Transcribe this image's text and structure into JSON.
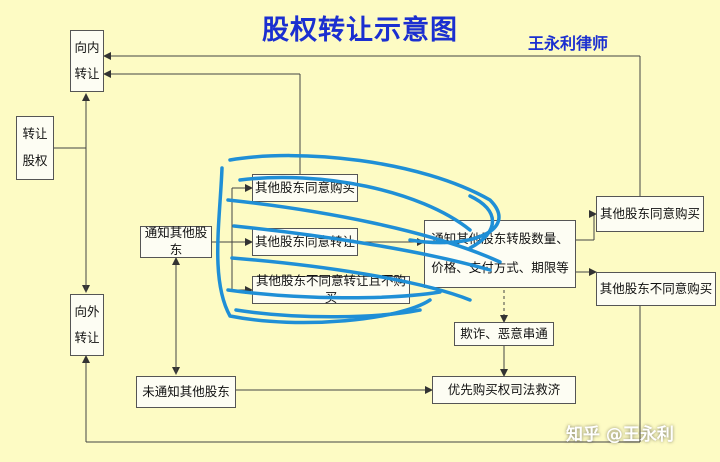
{
  "title": "股权转让示意图",
  "author": "王永利律师",
  "nodes": {
    "transfer_equity": [
      "转让",
      "股权"
    ],
    "internal": [
      "向内",
      "转让"
    ],
    "external": [
      "向外",
      "转让"
    ],
    "notify": "通知其他股东",
    "not_notify": "未通知其他股东",
    "agree_buy": "其他股东同意购买",
    "agree_transfer": "其他股东同意转让",
    "disagree": "其他股东不同意转让且不购买",
    "notify_terms": [
      "通知其他股东转股数量、",
      "价格、支付方式、期限等"
    ],
    "fraud": "欺诈、恶意串通",
    "remedy": "优先购买权司法救济",
    "right_agree": "其他股东同意购买",
    "right_disagree": "其他股东不同意购买"
  },
  "watermark": "知乎 @王永利",
  "colors": {
    "title": "#1b2fd0",
    "background": "#fdfbc4",
    "scribble": "#1f8fd6"
  }
}
